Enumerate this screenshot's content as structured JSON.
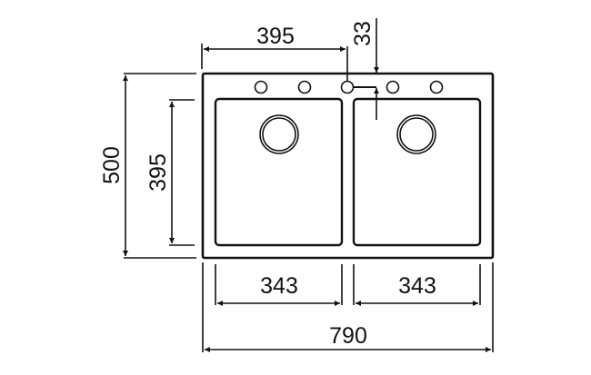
{
  "diagram": {
    "type": "technical-drawing",
    "subject": "double-bowl kitchen sink, top view",
    "units": "mm",
    "line_color": "#111111",
    "background": "#ffffff",
    "dimensions": {
      "overall_width": "790",
      "overall_depth": "500",
      "bowl_width_left": "343",
      "bowl_width_right": "343",
      "bowl_depth": "395",
      "tap_hole_offset_x": "395",
      "tap_hole_offset_y": "33"
    },
    "features": {
      "tap_holes": 5,
      "drains": 2,
      "bowls": 2
    }
  }
}
